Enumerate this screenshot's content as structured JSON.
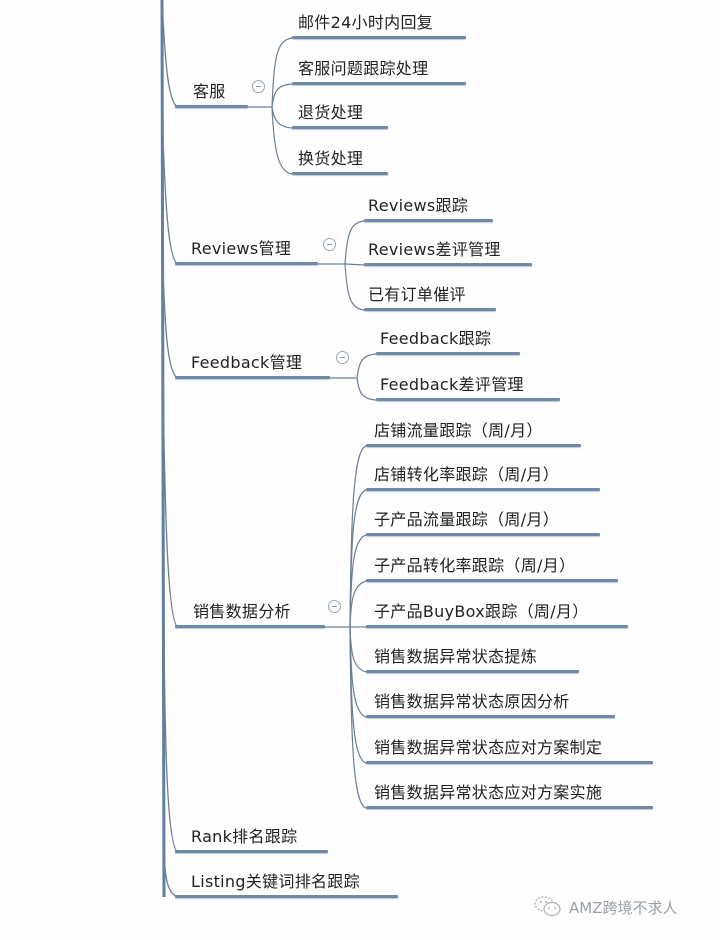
{
  "mindmap": {
    "colors": {
      "line": "#6d8aa8",
      "trunk": "#5f7fa3",
      "text": "#222222",
      "toggle": "#9aa7b4",
      "watermark": "#9aa0a6"
    },
    "branches": [
      {
        "label": "客服",
        "collapse_icon": "minus-circle-icon",
        "children": [
          {
            "label": "邮件24小时内回复"
          },
          {
            "label": "客服问题跟踪处理"
          },
          {
            "label": "退货处理"
          },
          {
            "label": "换货处理"
          }
        ]
      },
      {
        "label": "Reviews管理",
        "collapse_icon": "minus-circle-icon",
        "children": [
          {
            "label": "Reviews跟踪"
          },
          {
            "label": "Reviews差评管理"
          },
          {
            "label": "已有订单催评"
          }
        ]
      },
      {
        "label": "Feedback管理",
        "collapse_icon": "minus-circle-icon",
        "children": [
          {
            "label": "Feedback跟踪"
          },
          {
            "label": "Feedback差评管理"
          }
        ]
      },
      {
        "label": "销售数据分析",
        "collapse_icon": "minus-circle-icon",
        "children": [
          {
            "label": "店铺流量跟踪（周/月）"
          },
          {
            "label": "店铺转化率跟踪（周/月）"
          },
          {
            "label": "子产品流量跟踪（周/月）"
          },
          {
            "label": "子产品转化率跟踪（周/月）"
          },
          {
            "label": "子产品BuyBox跟踪（周/月）"
          },
          {
            "label": "销售数据异常状态提炼"
          },
          {
            "label": "销售数据异常状态原因分析"
          },
          {
            "label": "销售数据异常状态应对方案制定"
          },
          {
            "label": "销售数据异常状态应对方案实施"
          }
        ]
      },
      {
        "label": "Rank排名跟踪",
        "children": []
      },
      {
        "label": "Listing关键词排名跟踪",
        "children": []
      }
    ]
  },
  "watermark": {
    "icon": "wechat-icon",
    "text": "AMZ跨境不求人"
  }
}
